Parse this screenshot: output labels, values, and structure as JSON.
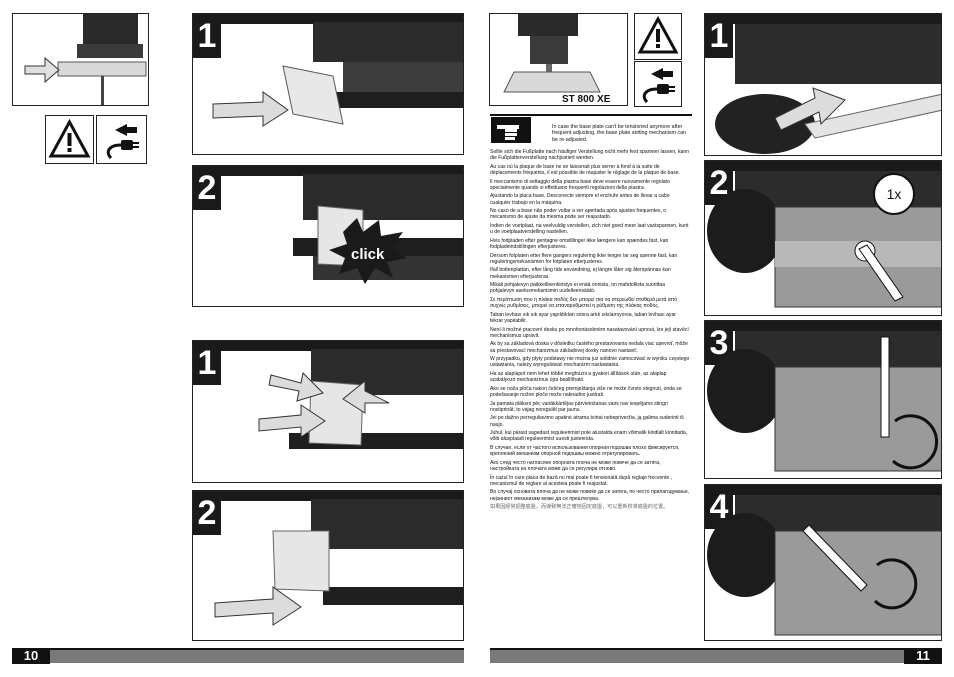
{
  "pages": {
    "left_number": "10",
    "right_number": "11"
  },
  "steps_left_top": [
    "1",
    "2"
  ],
  "steps_left_bottom": [
    "1",
    "2"
  ],
  "steps_right": [
    "1",
    "2",
    "3",
    "4"
  ],
  "click_label": "click",
  "turn_label": "1x",
  "model_label": "ST 800 XE",
  "notice_intro": "In case the base plate can't be tensioned anymore after frequent adjusting, the base plate setting mechanism can be re-adjusted.",
  "notice_paragraphs": [
    "Sollte sich die Fußplatte nach häufiger Verstellung nicht mehr fest spannen lassen, kann die Fußplattenverstellung nachjustiert werden.",
    "Au cas où la plaque de base ne se laisserait plus serrer à fond à la suite de déplacements fréquents, il est possible de réajuster le réglage de la plaque de base.",
    "Il meccanismo di settaggio della piastra base deve essere nuovamente regolato specialmente quando si effettuano frequenti regolazioni della piastra.",
    "Ajustando la placa base. Desconecte siempre el enchufe antes de llevar a cabo cualquier trabajo en la máquina.",
    "No caso de a base não poder voltar a ser apertada após ajustes frequentes, o mecanismo de ajuste da mesma pode ser reajustado.",
    "Indien de voetplaat, na veelvuldig verstellen, zich niet goed meer laat vastspannen, kunt u de voetplaatverstelling nastellen.",
    "Hvis fodpladen efter gentagne omstillinger ikke længere kan spændes fast, kan fodpladeindstillingen efterjusteres.",
    "Dersom fotplaten etter flere gangers regulering ikke lenger lar seg spenne fast, kan reguleringsmekanismen for fotplaten etterjusteres.",
    "Ifall bottenplattan, efter lång tids användning, ej längre låter sig återspännas kan mekanismen efterjusteras.",
    "Mikäli pohjalevyn paikkeilleenkiristys ei enää onnistu, on mahdollista suorittaa pohjalevyn asetusmekanismin uudelleensäätö.",
    "Σε περίπτωση που η πλάκα ποδός δεν μπορεί πια να στερεωθεί σταθερά μετά από συχνές ρυθμίσεις, μπορεί να επαναρυθμιστεί η ρύθμιση της πλάκας ποδός.",
    "Taban levhası sık sık ayar yapıldıktan sonra artık sıkılamıyorsa, taban levhası ayar tekrar yapılabilir.",
    "Není-li možné pracovní desku po mnohonásobném nasatavování upnout, lze její stavěcí mechanismus upravit.",
    "Ak by sa základová doska v dôsledku častého prestavovania nedala viac upevniť, môže sa prestavovací mechanizmus základovej dosky nanovo nastaviť.",
    "W przypadku, gdy płyty podstawy nie można już solidnie zamocować w wyniku częstego ustawiania, należy wyregulować mechanizm nastawiania.",
    "Ha az alaplapot nem lehet többé meghúzni a gyakori állítások után, az alaplap szabályozó mechanizmus újra beállítható.",
    "Ako se noža ploča nakon češćeg premještanja više ne može čvrsto stegnuti, onda se podešavanje nožne ploče može naknadno justirati.",
    "Ja pamata plāksni pēc vairākkārtējas pārvietošanas vairs nav iespējams stingri nostiprināt, to vajag noregulēt par jaunu.",
    "Jei po dažno perreguliavimo apatinė atrama tvirtai nebepriveržia, ją galima suderinti iš naujo.",
    "Juhul, kui pärast sagedast reguleerimist pole alustalda enam võimalik kindlalt kinnitada, võib alusplaadi reguleerimist uuesti justeerida.",
    "В случае, если от частого использования опорная подошва плохо фиксируется, креплений механизм опорной подошвы можно отрегулировать.",
    "Ако след често нагласяне опорната плоча не може повече да се затяга, настройката на плочата може да се регулира отново.",
    "În cazul în care placa de bază nu mai poate fi tensionată după reglaje frecvente , mecanismul de reglare al acesteia poate fi reajustat.",
    "Во случај основата плоча да не може повеќе да се затега, по често прилагодување, нејзиниот механизам може да се прештелува.",
    "如果因經常調整底盤，而導致無法正確地固定底盤，可以重新校准底盤的位置。"
  ]
}
